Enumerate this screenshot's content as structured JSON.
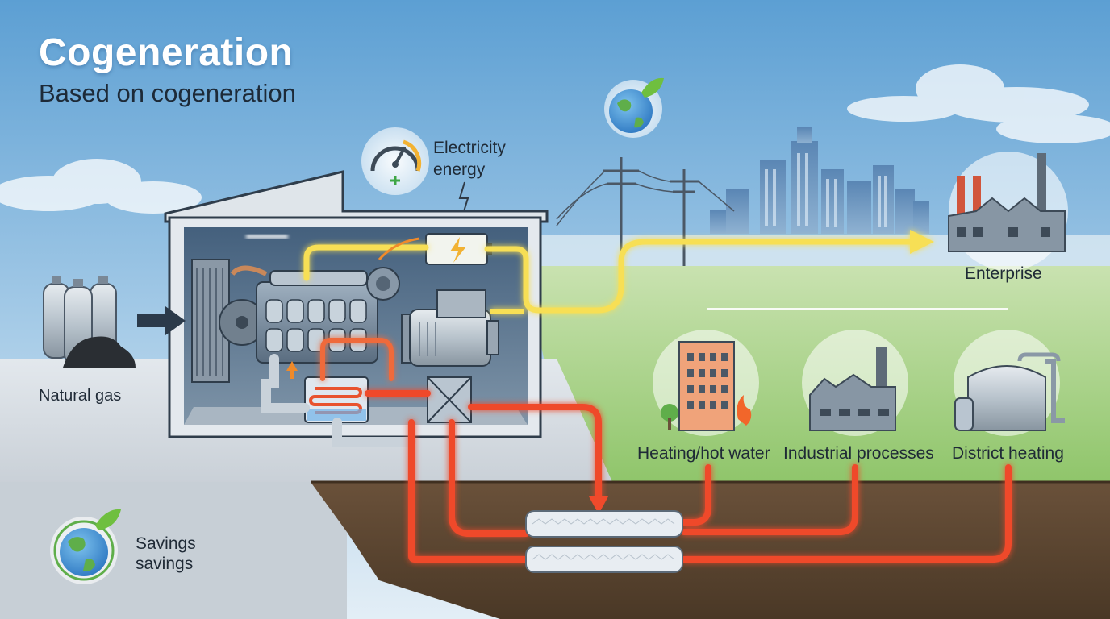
{
  "header": {
    "title": "Cogeneration",
    "subtitle": "Based on cogeneration"
  },
  "labels": {
    "electricity_line1": "Electricity",
    "electricity_line2": "energy",
    "natural_gas": "Natural gas",
    "enterprise": "Enterprise",
    "heating_hot_water": "Heating/hot water",
    "industrial_processes": "Industrial processes",
    "district_heating": "District heating",
    "savings_line1": "Savings",
    "savings_line2": "savings"
  },
  "icons": {
    "gauge": "gauge-icon",
    "lightning": "lightning-icon",
    "globe": "globe-icon",
    "battery": "battery-icon",
    "gas_cylinders": "gas-cylinder-icon",
    "coal": "coal-icon",
    "factory": "factory-icon",
    "building": "apartment-building-icon",
    "storage_tank": "storage-tank-icon",
    "fire": "fire-icon"
  },
  "colors": {
    "sky_top": "#5c9fd3",
    "sky_bottom": "#dcebf5",
    "grass": "#a6d27e",
    "soil": "#5c4632",
    "electric_flow": "#f7df54",
    "heat_flow": "#ef4a2b",
    "title": "#ffffff"
  }
}
